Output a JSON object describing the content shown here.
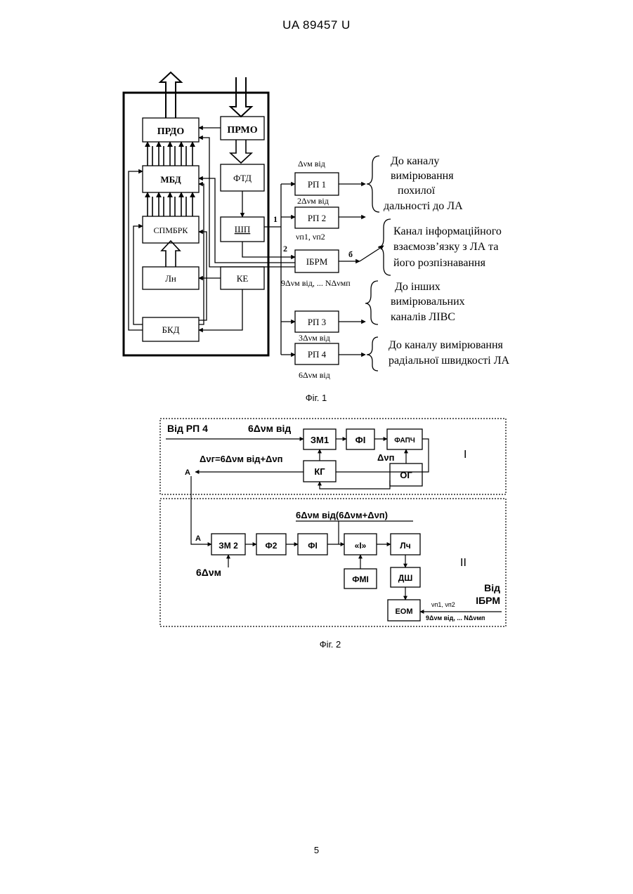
{
  "header": {
    "doc_id": "UA   89457   U"
  },
  "page_number": "5",
  "fig1": {
    "caption": "Фіг. 1",
    "blocks": {
      "prdo": "ПРДО",
      "prmo": "ПРМО",
      "mbd": "МБД",
      "ftd": "ФТД",
      "spmbrk": "СПМБРК",
      "shp": "ШП",
      "ibrm": "ІБРМ",
      "ln": "Лн",
      "ke": "КЕ",
      "bkd": "БКД",
      "rp1": "РП 1",
      "rp2": "РП 2",
      "rp3": "РП 3",
      "rp4": "РП 4"
    },
    "signals": {
      "rp1_in": "Δνм від",
      "rp2_in": "2Δνм від",
      "ibrm_nu": "νп1, νп2",
      "ibrm_out": "9Δνм від, ... NΔνмп",
      "rp3_in": "3Δνм від",
      "rp4_in": "6Δνм від",
      "port_1": "1",
      "port_2": "2",
      "port_b": "б"
    },
    "annotations": {
      "a1": [
        "До каналу",
        "вимірювання",
        "похилої",
        "дальності до ЛА"
      ],
      "a2": [
        "Канал інформаційного",
        "взаємозв’язку з ЛА та",
        "його розпізнавання"
      ],
      "a3": [
        "До інших",
        "вимірювальних",
        "каналів ЛІВС"
      ],
      "a4": [
        "До каналу вимірювання",
        "радіальної швидкості ЛА"
      ]
    }
  },
  "fig2": {
    "caption": "Фіг. 2",
    "section_I_label": "І",
    "section_II_label": "ІІ",
    "input_label": "Від РП 4",
    "input_signal": "6Δνм від",
    "blocks": {
      "zm1": "ЗМ1",
      "fi_top": "ФІ",
      "fapch": "ФАПЧ",
      "kg": "КГ",
      "og": "ОГ",
      "zm2": "ЗМ 2",
      "f2": "Ф2",
      "fi_bottom": "ФІ",
      "one": "«І»",
      "lch": "Лч",
      "fmi": "ФМІ",
      "dsh": "ДШ",
      "eom": "ЕОМ"
    },
    "signals": {
      "dnu_p": "Δνп",
      "dnu_g": "Δνг=6Δνм від+Δνп",
      "point_a": "А",
      "bottom_formula": "6Δνм від(6Δνм+Δνп)",
      "zm2_in": "6Δνм",
      "eom_nu": "νп1, νп2",
      "eom_seq": "9Δνм від, ... NΔνмп"
    },
    "from_ibrm": [
      "Від",
      "ІБРМ"
    ]
  }
}
